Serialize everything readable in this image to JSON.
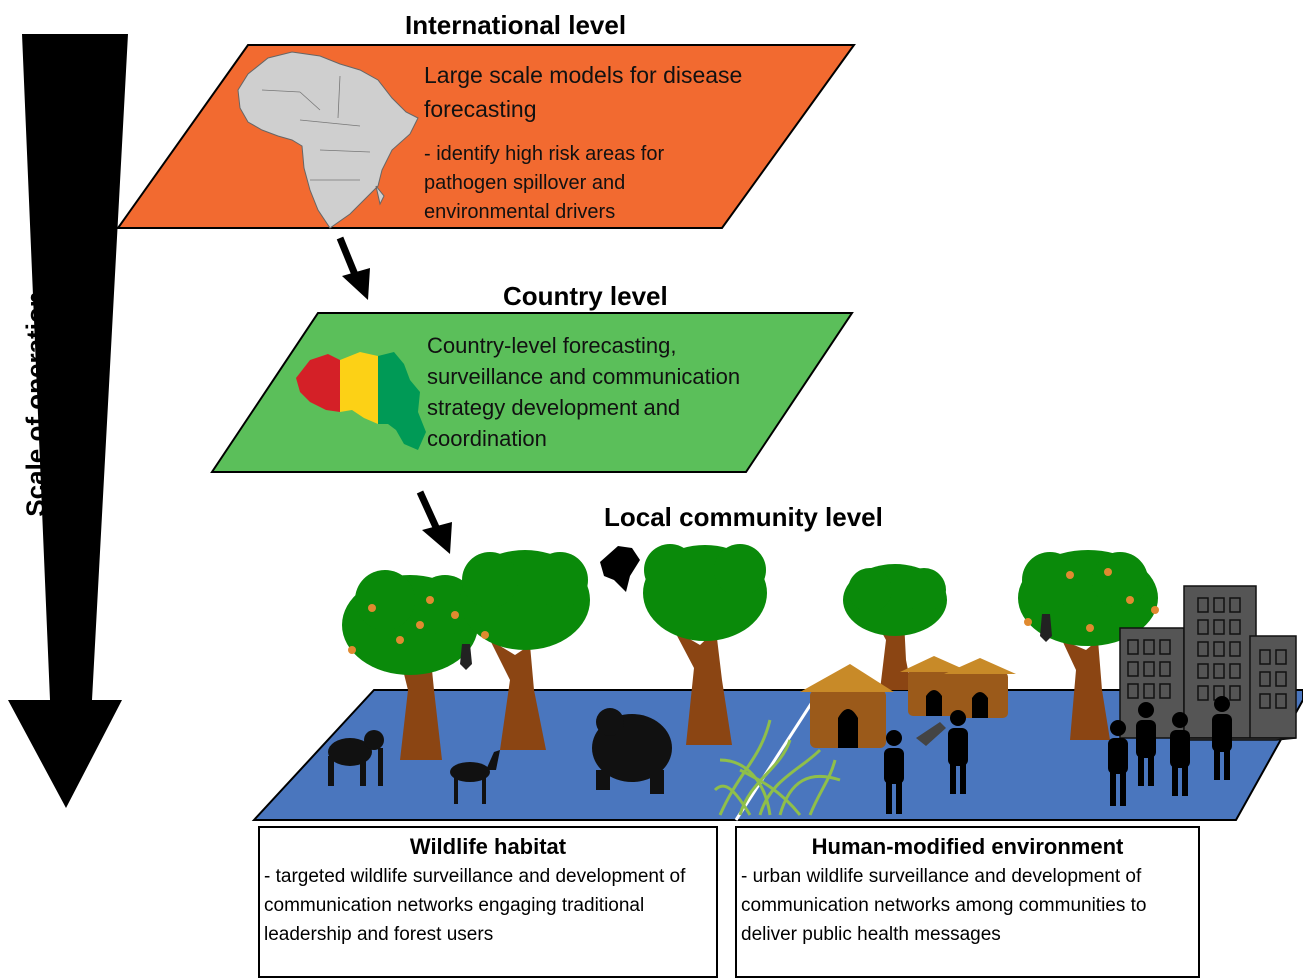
{
  "scale": {
    "label": "Scale of operation"
  },
  "international": {
    "title": "International level",
    "text_main": "Large scale models for disease forecasting",
    "text_sub": "- identify high risk areas for pathogen spillover and environmental drivers",
    "color": "#f26a30",
    "map_icon": "africa-map-icon"
  },
  "country": {
    "title": "Country level",
    "text": "Country-level forecasting, surveillance and communication strategy development and coordination",
    "color": "#5bbf5a",
    "map_icon": "guinea-flag-map-icon",
    "flag_colors": [
      "#d42027",
      "#fcd116",
      "#009a56"
    ]
  },
  "local": {
    "title": "Local community level",
    "ground_color": "#4a76be"
  },
  "wildlife": {
    "title": "Wildlife habitat",
    "text": "- targeted wildlife surveillance and development of communication networks engaging traditional leadership and forest users"
  },
  "human": {
    "title": "Human-modified environment",
    "text": "- urban wildlife surveillance and development of communication networks among communities to deliver public health messages"
  }
}
